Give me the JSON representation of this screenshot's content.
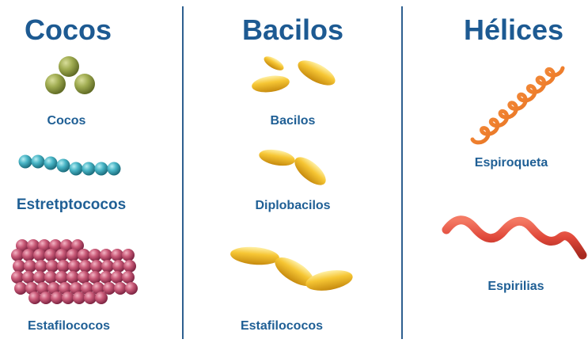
{
  "columns": [
    {
      "title": "Cocos",
      "items": [
        {
          "label": "Cocos"
        },
        {
          "label": "Estretptococos"
        },
        {
          "label": "Estafilococos"
        }
      ]
    },
    {
      "title": "Bacilos",
      "items": [
        {
          "label": "Bacilos"
        },
        {
          "label": "Diplobacilos"
        },
        {
          "label": "Estafilococos"
        }
      ]
    },
    {
      "title": "Hélices",
      "items": [
        {
          "label": "Espiroqueta"
        },
        {
          "label": "Espirilias"
        }
      ]
    }
  ],
  "colors": {
    "heading": "#1d5a92",
    "label": "#1f5f95",
    "divider": "#2e5f8f",
    "cocos_green": "#9aa64a",
    "strepto_teal": "#47b3c4",
    "staph_pink": "#c85a78",
    "bacilli_yellow": "#f3bf2a",
    "spirochete_orange": "#ef7f2d",
    "spirilla_red": "#e0483a"
  }
}
